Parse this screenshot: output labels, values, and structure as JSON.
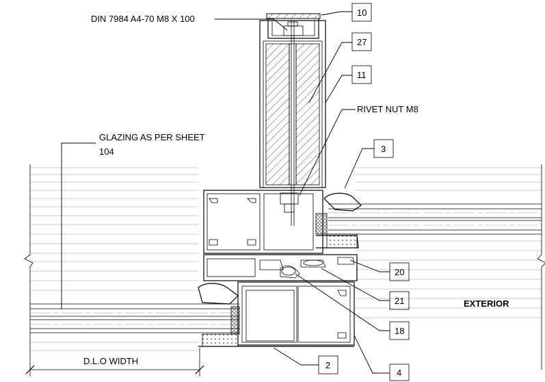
{
  "callouts": {
    "bolt_spec": "DIN 7984 A4-70 M8 X 100",
    "rivet_nut": "RIVET NUT M8",
    "glazing_line1": "GLAZING AS PER SHEET",
    "glazing_line2": "104",
    "exterior": "EXTERIOR",
    "dlo_width": "D.L.O WIDTH"
  },
  "tags": [
    "10",
    "27",
    "11",
    "3",
    "20",
    "21",
    "18",
    "2",
    "4"
  ]
}
